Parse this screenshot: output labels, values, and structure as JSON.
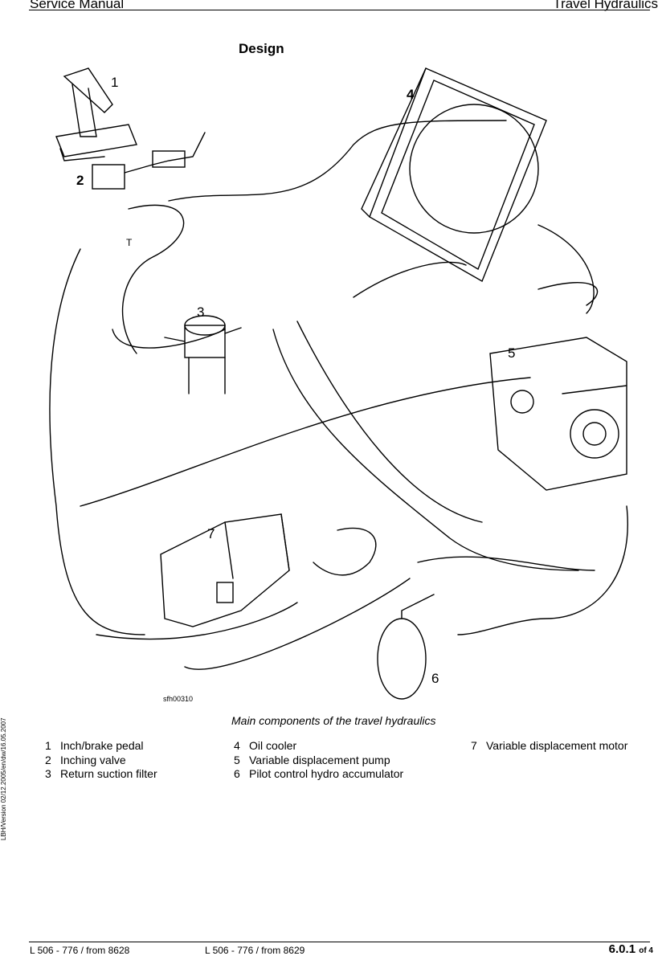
{
  "header": {
    "left": "Service Manual",
    "right": "Travel Hydraulics"
  },
  "title": "Design",
  "figure": {
    "callouts": [
      "1",
      "2",
      "3",
      "4",
      "5",
      "6",
      "7"
    ],
    "port_label": "T",
    "code": "sfh00310"
  },
  "caption": "Main components of the travel hydraulics",
  "legend": {
    "col1": [
      {
        "num": "1",
        "label": "Inch/brake pedal"
      },
      {
        "num": "2",
        "label": "Inching valve"
      },
      {
        "num": "3",
        "label": "Return suction filter"
      }
    ],
    "col2": [
      {
        "num": "4",
        "label": "Oil cooler"
      },
      {
        "num": "5",
        "label": "Variable displacement pump"
      },
      {
        "num": "6",
        "label": "Pilot control hydro accumulator"
      }
    ],
    "col3": [
      {
        "num": "7",
        "label": "Variable displacement motor"
      }
    ]
  },
  "side_text": "LBH/Version 02/12.2005/en/dw/16.05.2007",
  "footer": {
    "left": "L 506 - 776 / from 8628",
    "middle": "L 506 - 776 / from 8629",
    "page": "6.0.1",
    "page_suffix": "of 4"
  }
}
